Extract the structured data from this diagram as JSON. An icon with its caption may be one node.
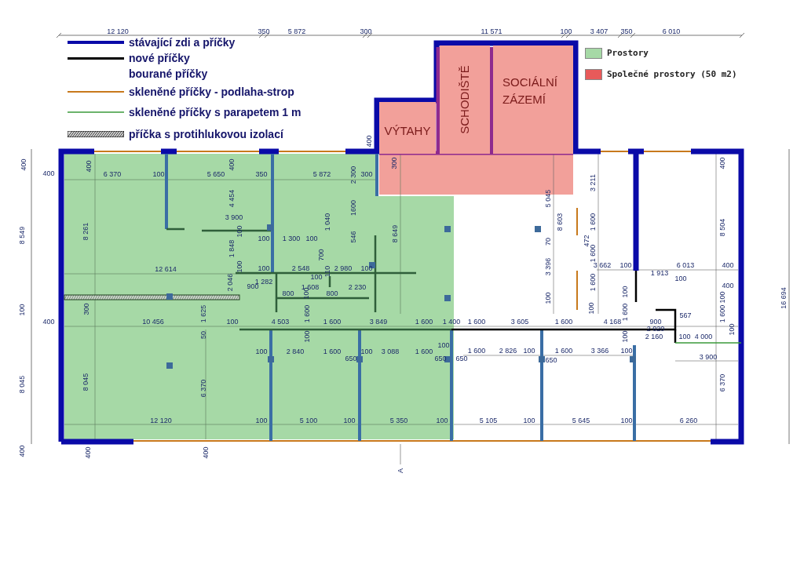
{
  "diagram": {
    "nodes": [
      {
        "text": [
          "VÝTAHY"
        ]
      },
      {
        "text": [
          "SCHODIŠTĚ"
        ]
      },
      {
        "text": [
          "SOCIÁLNÍ ZÁZEMÍ"
        ]
      }
    ],
    "edges": [],
    "labels": [
      "12 120",
      "350",
      "5 872",
      "300",
      "11 571",
      "100",
      "3 407",
      "350",
      "6 010",
      "400",
      "400",
      "400",
      "400",
      "6 370",
      "100",
      "5 650",
      "400",
      "350",
      "5 872",
      "2 300",
      "300",
      "300",
      "3 211",
      "400",
      "4 454",
      "5 045",
      "1600",
      "3 900",
      "1 040",
      "8 603",
      "1 600",
      "8 549",
      "8 261",
      "100",
      "8 649",
      "8 504",
      "546",
      "100",
      "1 300",
      "100",
      "472",
      "70",
      "1 848",
      "1 600",
      "700",
      "100",
      "12 614",
      "100",
      "2 548",
      "110",
      "2 980",
      "100",
      "3 396",
      "3 662",
      "100",
      "6 013",
      "400",
      "100",
      "1 913",
      "100",
      "2 046",
      "900",
      "1 282",
      "1 608",
      "2 230",
      "1 600",
      "400",
      "800",
      "100",
      "800",
      "100",
      "100",
      "100",
      "16 694",
      "100",
      "300",
      "100",
      "1 625",
      "1 600",
      "1 600",
      "1 600",
      "567",
      "400",
      "10 456",
      "100",
      "4 503",
      "1 600",
      "3 849",
      "1 600",
      "1 400",
      "1 600",
      "3 605",
      "1 600",
      "4 168",
      "900",
      "2 020",
      "100",
      "50",
      "100",
      "100",
      "2 160",
      "100",
      "4 000",
      "100",
      "100",
      "2 840",
      "1 600",
      "100",
      "3 088",
      "1 600",
      "1 600",
      "2 826",
      "100",
      "1 600",
      "3 366",
      "100",
      "650",
      "650",
      "650",
      "650",
      "3 900",
      "8 045",
      "8 045",
      "6 370",
      "6 370",
      "12 120",
      "100",
      "5 100",
      "100",
      "5 350",
      "100",
      "5 105",
      "100",
      "5 645",
      "100",
      "6 260",
      "400",
      "400",
      "400",
      "A"
    ],
    "legend": [
      {
        "text": "stávající zdi a příčky"
      },
      {
        "text": "nové příčky"
      },
      {
        "text": "bourané příčky"
      },
      {
        "text": "skleněné příčky - podlaha-strop"
      },
      {
        "text": "skleněné příčky s parapetem 1 m"
      },
      {
        "text": "příčka s protihlukovou izolací"
      },
      {
        "text": "Prostory",
        "color": "#a6d9a6"
      },
      {
        "text": "Společné prostory (50 m2)",
        "color": "#e85a5a"
      }
    ]
  }
}
